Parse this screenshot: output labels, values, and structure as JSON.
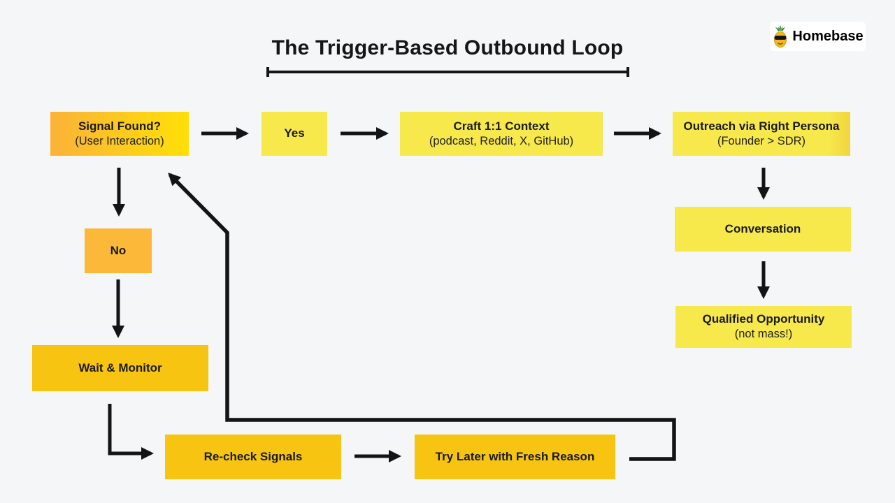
{
  "page": {
    "background": "#f4f6f8",
    "ink": "#161616"
  },
  "header": {
    "title": "The Trigger-Based Outbound Loop",
    "logo": {
      "brand": "Homebase",
      "icon": "pineapple-sunglasses-icon"
    }
  },
  "colors": {
    "lemon_yellow": "#f7e84c",
    "gold": "#f6c411",
    "orange": "#fcb838",
    "signal_gradient_start": "#fbb239",
    "signal_gradient_end": "#ffe006",
    "arrow": "#141414"
  },
  "flowchart": {
    "nodes": [
      {
        "id": "signal",
        "title": "Signal Found?",
        "subtitle": "(User Interaction)"
      },
      {
        "id": "yes",
        "title": "Yes",
        "subtitle": ""
      },
      {
        "id": "craft",
        "title": "Craft 1:1 Context",
        "subtitle": "(podcast, Reddit, X, GitHub)"
      },
      {
        "id": "outreach",
        "title": "Outreach via Right Persona",
        "subtitle": "(Founder > SDR)"
      },
      {
        "id": "conversation",
        "title": "Conversation",
        "subtitle": ""
      },
      {
        "id": "qualified",
        "title": "Qualified Opportunity",
        "subtitle": "(not mass!)"
      },
      {
        "id": "no",
        "title": "No",
        "subtitle": ""
      },
      {
        "id": "wait",
        "title": "Wait & Monitor",
        "subtitle": ""
      },
      {
        "id": "recheck",
        "title": "Re-check Signals",
        "subtitle": ""
      },
      {
        "id": "trylater",
        "title": "Try Later with Fresh Reason",
        "subtitle": ""
      }
    ],
    "edges": [
      "signal->yes",
      "yes->craft",
      "craft->outreach",
      "outreach->conversation",
      "conversation->qualified",
      "signal->no",
      "no->wait",
      "wait->recheck",
      "recheck->trylater",
      "trylater->signal (loop back)"
    ]
  }
}
